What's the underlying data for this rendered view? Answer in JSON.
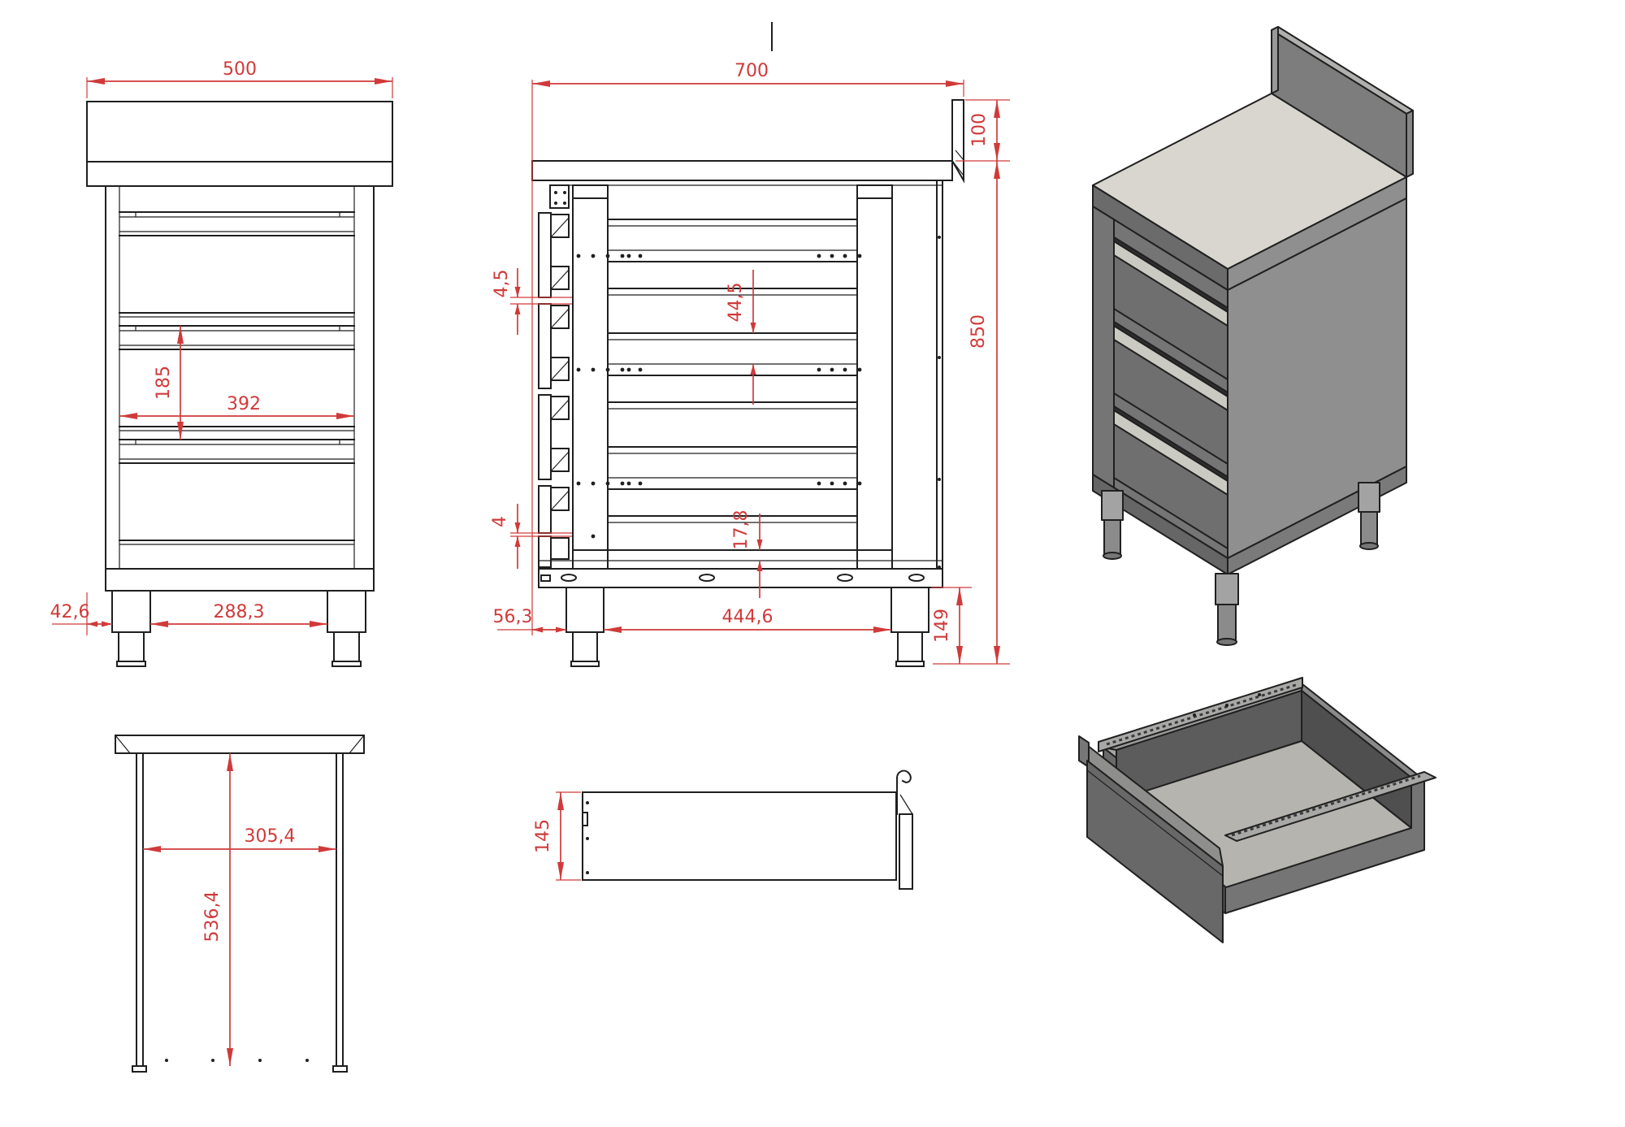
{
  "sheet": {
    "type": "technical-drawing",
    "units_decimal_separator": ",",
    "colors": {
      "background": "#ffffff",
      "line": "#1f1f1f",
      "dimension": "#d03a3a",
      "worktop_top": "#d8d6cf",
      "body_front": "#757575",
      "body_side": "#8f8f8f",
      "drawer_front": "#6f6f6f",
      "grip_strip": "#cbcac2",
      "backsplash": "#7d7d7d",
      "feet": "#a3a3a3",
      "drawer_floor": "#b5b4ae",
      "drawer_inner_wall": "#565656"
    }
  },
  "front_view": {
    "width": "500",
    "drawer_pitch": "185",
    "opening_width": "392",
    "foot_offset": "42,6",
    "foot_spacing": "288,3"
  },
  "side_view": {
    "depth": "700",
    "backsplash_height": "100",
    "front_gap": "4,5",
    "rail_spacing": "44,5",
    "overall_height": "850",
    "bottom_gap": "4",
    "bottom_rail_offset": "17,8",
    "foot_offset": "56,3",
    "foot_spacing": "444,6",
    "foot_height": "149"
  },
  "top_view": {
    "inner_width": "305,4",
    "inner_depth": "536,4"
  },
  "drawer_view": {
    "height": "145"
  }
}
